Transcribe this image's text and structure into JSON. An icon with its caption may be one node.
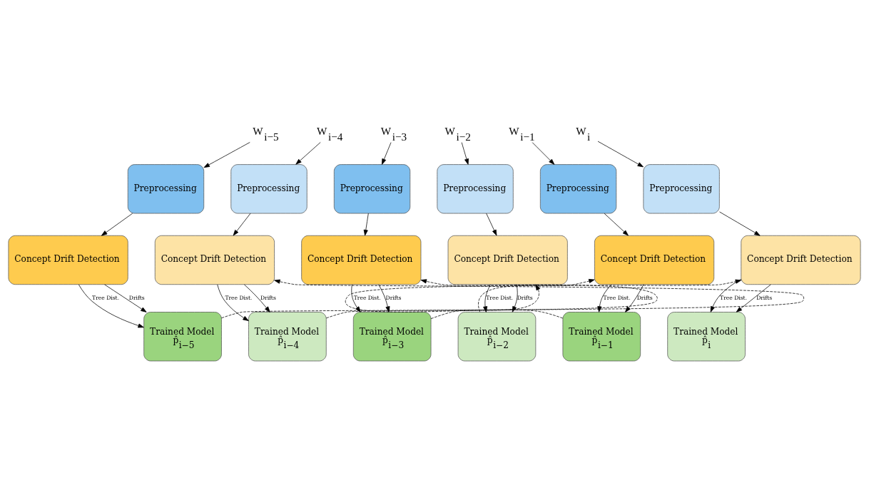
{
  "diagram": {
    "nodes": [
      {
        "text": [
          "W$_{i−5}$"
        ]
      },
      {
        "text": [
          "W$_{i−4}$"
        ]
      },
      {
        "text": [
          "W$_{i−3}$"
        ]
      },
      {
        "text": [
          "W$_{i−2}$"
        ]
      },
      {
        "text": [
          "W$_{i−1}$"
        ]
      },
      {
        "text": [
          "W$_{i}$"
        ]
      },
      {
        "text": [
          "Preprocessing"
        ]
      },
      {
        "text": [
          "Preprocessing"
        ]
      },
      {
        "text": [
          "Preprocessing"
        ]
      },
      {
        "text": [
          "Preprocessing"
        ]
      },
      {
        "text": [
          "Preprocessing"
        ]
      },
      {
        "text": [
          "Preprocessing"
        ]
      },
      {
        "text": [
          "Concept Drift Detection"
        ]
      },
      {
        "text": [
          "Concept Drift Detection"
        ]
      },
      {
        "text": [
          "Concept Drift Detection"
        ]
      },
      {
        "text": [
          "Concept Drift Detection"
        ]
      },
      {
        "text": [
          "Concept Drift Detection"
        ]
      },
      {
        "text": [
          "Concept Drift Detection"
        ]
      },
      {
        "text": [
          "Trained Model",
          "p̂$_{i−5}$"
        ]
      },
      {
        "text": [
          "Trained Model",
          "p̂$_{i−4}$"
        ]
      },
      {
        "text": [
          "Trained Model",
          "p̂$_{i−3}$"
        ]
      },
      {
        "text": [
          "Trained Model",
          "p̂$_{i−2}$"
        ]
      },
      {
        "text": [
          "Trained Model",
          "p̂$_{i−1}$"
        ]
      },
      {
        "text": [
          "Trained Model",
          "p̂$_{i}$"
        ]
      }
    ],
    "edges": [
      {
        "from": 0,
        "to": 6,
        "arrow": "to"
      },
      {
        "from": 1,
        "to": 7,
        "arrow": "to"
      },
      {
        "from": 2,
        "to": 8,
        "arrow": "to"
      },
      {
        "from": 3,
        "to": 9,
        "arrow": "to"
      },
      {
        "from": 4,
        "to": 10,
        "arrow": "to"
      },
      {
        "from": 5,
        "to": 11,
        "arrow": "to"
      },
      {
        "from": 6,
        "to": 12,
        "arrow": "to"
      },
      {
        "from": 7,
        "to": 13,
        "arrow": "to"
      },
      {
        "from": 8,
        "to": 14,
        "arrow": "to"
      },
      {
        "from": 9,
        "to": 15,
        "arrow": "to"
      },
      {
        "from": 10,
        "to": 16,
        "arrow": "to"
      },
      {
        "from": 11,
        "to": 17,
        "arrow": "to"
      },
      {
        "from": 12,
        "to": 18,
        "arrow": "to",
        "label": "Drifts"
      },
      {
        "from": 12,
        "to": 18,
        "arrow": "to",
        "label": "Tree Dist."
      },
      {
        "from": 13,
        "to": 19,
        "arrow": "to",
        "label": "Drifts"
      },
      {
        "from": 13,
        "to": 19,
        "arrow": "to",
        "label": "Tree Dist."
      },
      {
        "from": 14,
        "to": 20,
        "arrow": "to",
        "label": "Drifts"
      },
      {
        "from": 14,
        "to": 20,
        "arrow": "to",
        "label": "Tree Dist."
      },
      {
        "from": 15,
        "to": 21,
        "arrow": "to",
        "label": "Drifts"
      },
      {
        "from": 15,
        "to": 21,
        "arrow": "to",
        "label": "Tree Dist."
      },
      {
        "from": 16,
        "to": 22,
        "arrow": "to",
        "label": "Drifts"
      },
      {
        "from": 16,
        "to": 22,
        "arrow": "to",
        "label": "Tree Dist."
      },
      {
        "from": 17,
        "to": 23,
        "arrow": "to",
        "label": "Drifts"
      },
      {
        "from": 17,
        "to": 23,
        "arrow": "to",
        "label": "Tree Dist."
      },
      {
        "from": 18,
        "to": 13,
        "arrow": "to",
        "style": "dashed"
      },
      {
        "from": 19,
        "to": 14,
        "arrow": "to",
        "style": "dashed"
      },
      {
        "from": 20,
        "to": 15,
        "arrow": "to",
        "style": "dashed"
      },
      {
        "from": 21,
        "to": 16,
        "arrow": "to",
        "style": "dashed"
      },
      {
        "from": 22,
        "to": 17,
        "arrow": "to",
        "style": "dashed"
      }
    ]
  }
}
